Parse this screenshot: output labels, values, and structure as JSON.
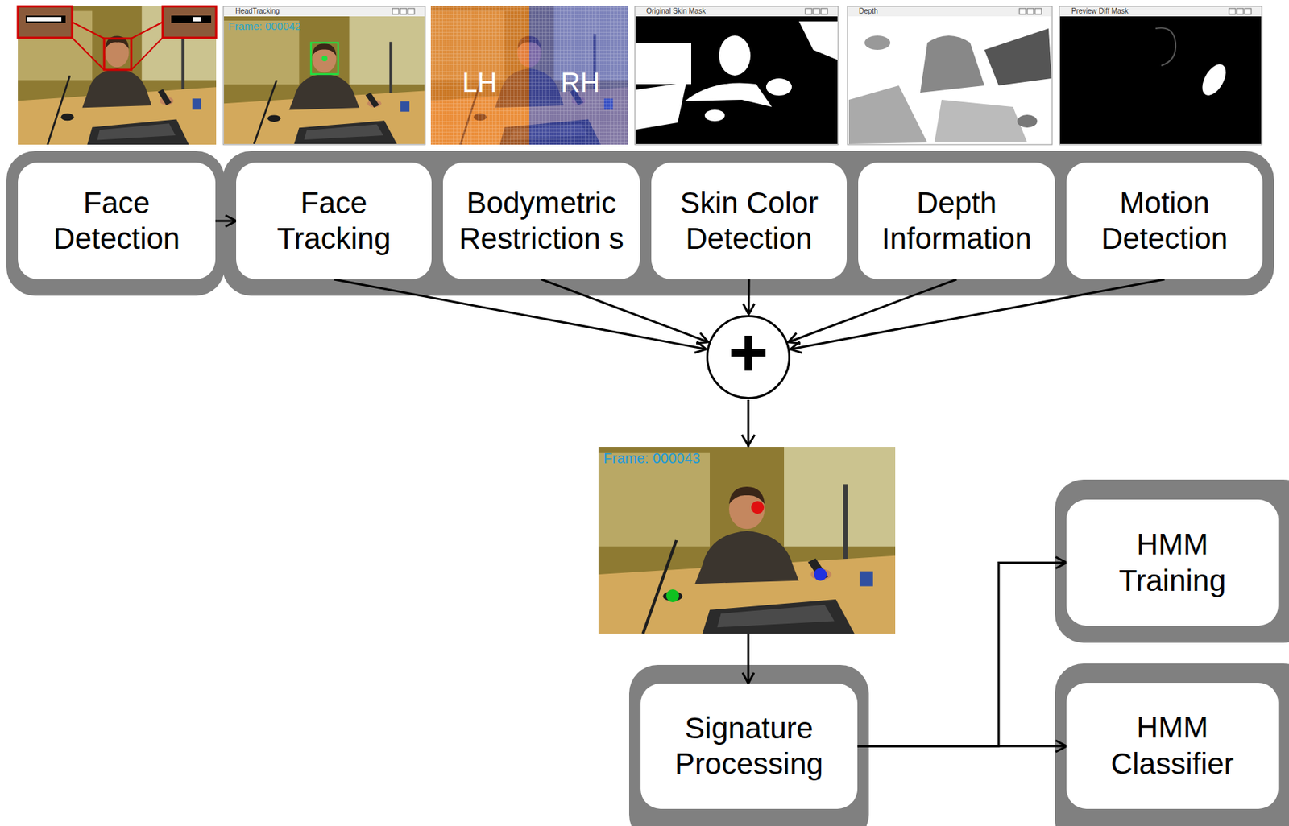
{
  "diagram": {
    "nodes": [
      {
        "text": [
          "Face Detection"
        ]
      },
      {
        "text": [
          "Face Tracking"
        ]
      },
      {
        "text": [
          "Bodymetric Restriction s"
        ]
      },
      {
        "text": [
          "Skin Color Detection"
        ]
      },
      {
        "text": [
          "Depth Information"
        ]
      },
      {
        "text": [
          "Motion Detection"
        ]
      },
      {
        "text": [
          "+"
        ]
      },
      {
        "text": [
          "Signature Processing"
        ]
      },
      {
        "text": [
          "HMM Training"
        ]
      },
      {
        "text": [
          "HMM Classifier"
        ]
      }
    ],
    "edges": [
      {
        "from": 0,
        "to": 1,
        "arrow": "to"
      },
      {
        "from": 1,
        "to": 6,
        "arrow": "to"
      },
      {
        "from": 2,
        "to": 6,
        "arrow": "to"
      },
      {
        "from": 3,
        "to": 6,
        "arrow": "to"
      },
      {
        "from": 4,
        "to": 6,
        "arrow": "to"
      },
      {
        "from": 5,
        "to": 6,
        "arrow": "to"
      },
      {
        "from": 6,
        "to": 7,
        "arrow": "to"
      },
      {
        "from": 7,
        "to": 8,
        "arrow": "to"
      },
      {
        "from": 7,
        "to": 9,
        "arrow": "to"
      }
    ],
    "labels": [
      "HeadTracking",
      "Frame: 000042",
      "LH",
      "RH",
      "Original Skin Mask",
      "Depth",
      "Preview Diff Mask",
      "Frame: 000043"
    ]
  }
}
